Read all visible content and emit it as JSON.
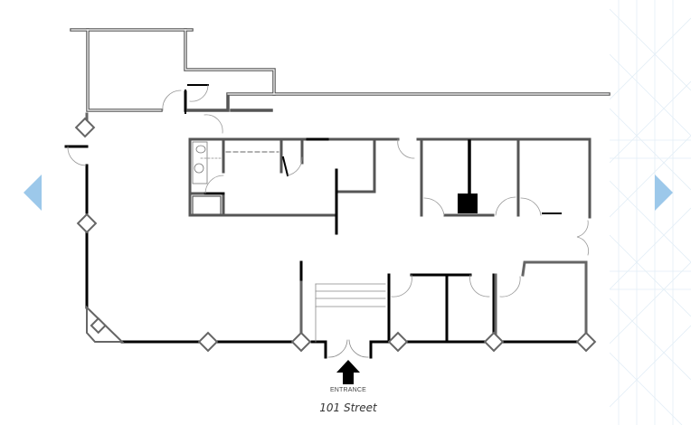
{
  "floorplan": {
    "entrance_label": "ENTRANCE",
    "street_label": "101 Street"
  },
  "navigation": {
    "prev_icon": "triangle-left",
    "next_icon": "triangle-right",
    "arrow_color": "#9cc8ea"
  },
  "colors": {
    "wall_dark": "#000000",
    "wall_gray": "#777777",
    "pattern_line": "#dbe9f3"
  }
}
